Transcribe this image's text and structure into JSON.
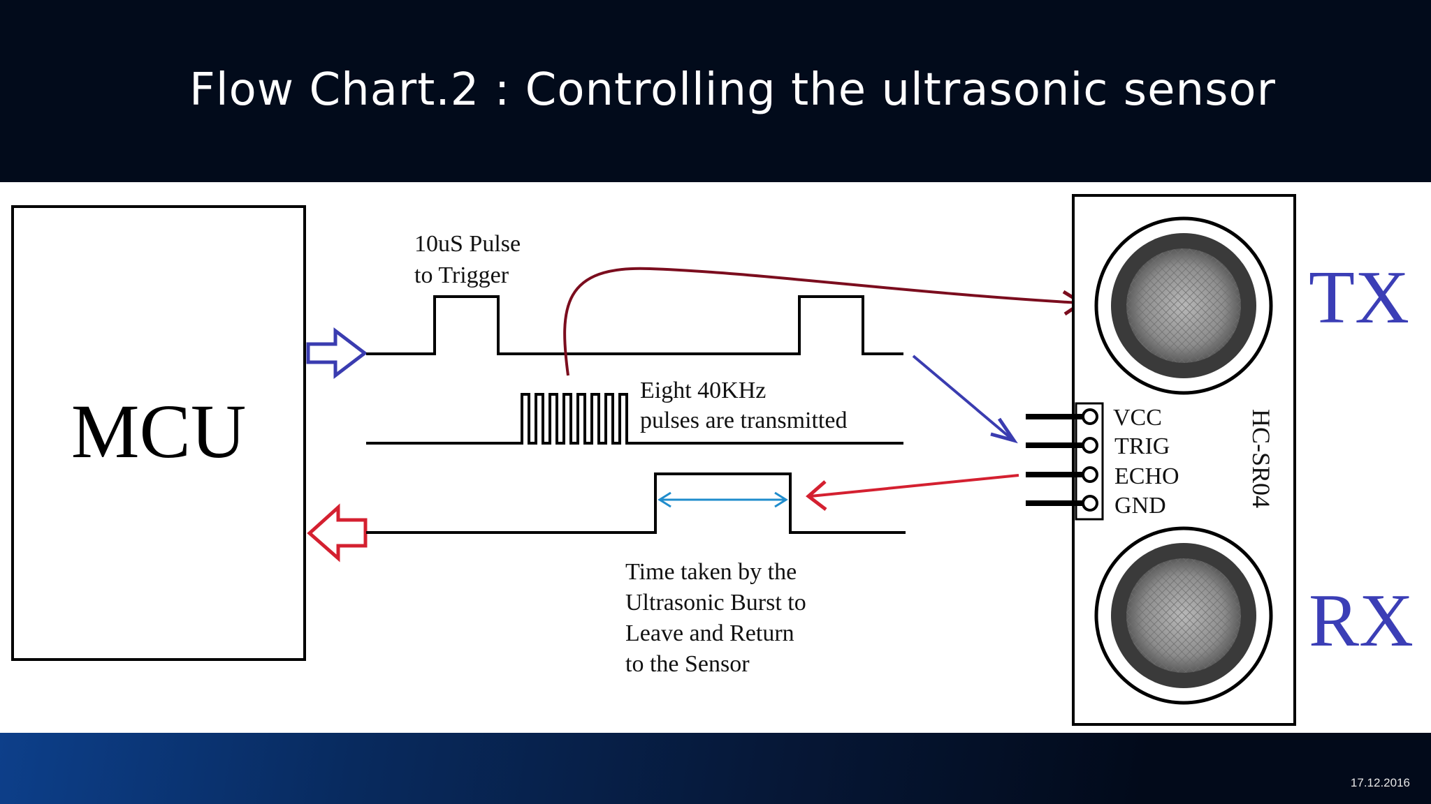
{
  "slide": {
    "title": "Flow Chart.2 : Controlling the ultrasonic sensor",
    "date": "17.12.2016"
  },
  "diagram": {
    "mcu_label": "MCU",
    "trigger_label_line1": "10uS Pulse",
    "trigger_label_line2": "to Trigger",
    "burst_label_line1": "Eight 40KHz",
    "burst_label_line2": "pulses are transmitted",
    "echo_label_lines": [
      "Time taken by the",
      "Ultrasonic Burst to",
      "Leave and Return",
      "to the Sensor"
    ],
    "sensor_model": "HC-SR04",
    "pins": [
      "VCC",
      "TRIG",
      "ECHO",
      "GND"
    ],
    "tx_label": "TX",
    "rx_label": "RX"
  },
  "colors": {
    "background": "#020b1b",
    "tx_arrow": "#7b0d1e",
    "trigger_arrow": "#3a3cb0",
    "echo_arrow": "#d42030",
    "echo_span": "#1f8ccc",
    "txrx_label": "#3b3eb6"
  }
}
